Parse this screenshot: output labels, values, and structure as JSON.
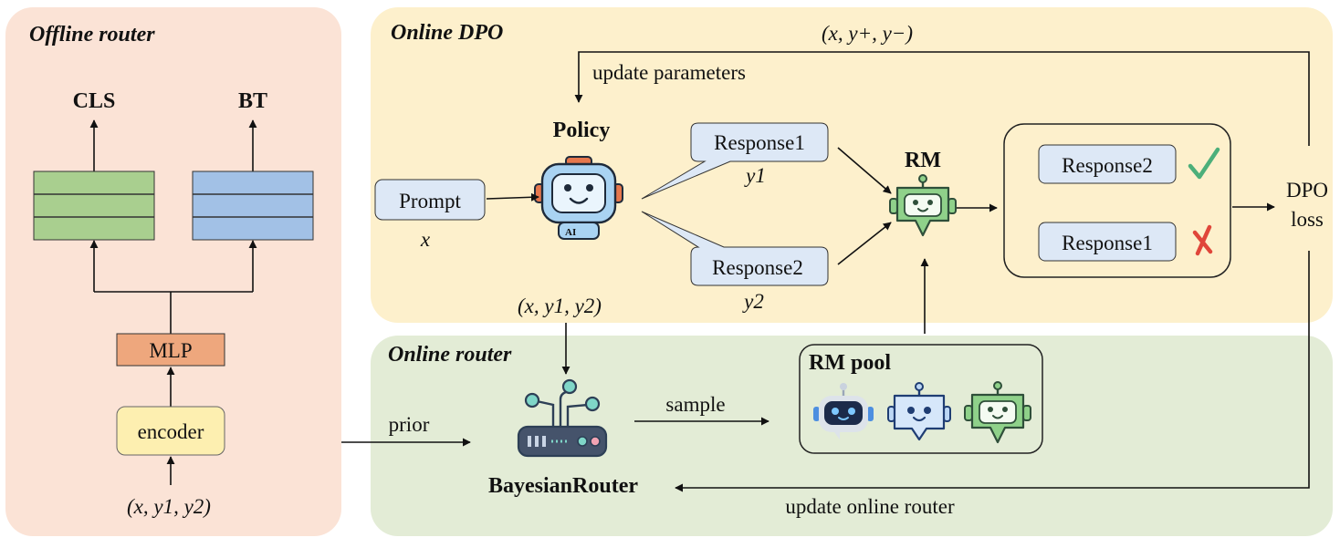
{
  "panels": {
    "offline_router": "Offline router",
    "online_dpo": "Online DPO",
    "online_router": "Online router"
  },
  "offline": {
    "cls": "CLS",
    "bt": "BT",
    "mlp": "MLP",
    "encoder": "encoder",
    "input": "(x, y1, y2)"
  },
  "dpo": {
    "top_tuple": "(x, y+, y−)",
    "update_parameters": "update parameters",
    "policy": "Policy",
    "prompt": "Prompt",
    "prompt_var": "x",
    "response1": "Response1",
    "response1_var": "y1",
    "response2": "Response2",
    "response2_var": "y2",
    "rm": "RM",
    "chosen": "Response2",
    "rejected": "Response1",
    "loss_line1": "DPO",
    "loss_line2": "loss"
  },
  "router": {
    "input_tuple": "(x, y1, y2)",
    "prior": "prior",
    "sample": "sample",
    "bayesian_router": "BayesianRouter",
    "rm_pool": "RM pool",
    "update_online_router": "update online router"
  },
  "colors": {
    "offline_bg": "#fbe3d6",
    "dpo_bg": "#fdf0cc",
    "router_bg": "#e3ecd6",
    "cls_fill": "#a9cf8f",
    "bt_fill": "#a2c1e6",
    "mlp_fill": "#eea77d",
    "encoder_fill": "#fdefb0",
    "response_fill": "#dde8f6",
    "check": "#4caf7a",
    "cross": "#e0463a"
  },
  "icons": {
    "policy": "robot-ai-icon",
    "rm": "green-robot-icon",
    "router": "network-router-icon",
    "pool": [
      "dark-robot-icon",
      "blue-robot-icon",
      "green-robot-icon"
    ],
    "chosen_mark": "check-icon",
    "rejected_mark": "cross-icon"
  }
}
